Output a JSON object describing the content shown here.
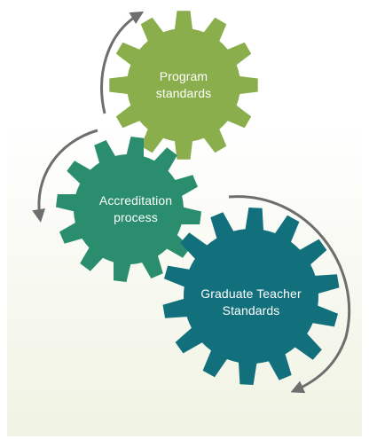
{
  "diagram": {
    "gears": [
      {
        "id": "program",
        "lines": [
          "Program",
          "standards"
        ],
        "color": "#8aae4b"
      },
      {
        "id": "accreditation",
        "lines": [
          "Accreditation",
          "process"
        ],
        "color": "#2a8e6e"
      },
      {
        "id": "graduate",
        "lines": [
          "Graduate Teacher",
          "Standards"
        ],
        "color": "#12707c"
      }
    ],
    "arrow_color": "#6e6e6e",
    "background": {
      "top": "#ffffff",
      "bottom": "#f1f4e4"
    }
  }
}
